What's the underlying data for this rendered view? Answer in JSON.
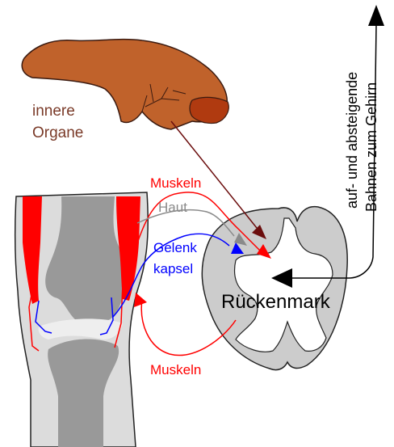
{
  "labels": {
    "organs": "innere",
    "organs_line2": "Organe",
    "muscles_top": "Muskeln",
    "skin": "Haut",
    "joint_capsule": "Gelenk",
    "joint_capsule_line2": "kapsel",
    "spinal_cord": "Rückenmark",
    "muscles_bottom": "Muskeln",
    "pathways_line1": "auf- und absteigende",
    "pathways_line2": "Bahnen zum Gehirn"
  },
  "colors": {
    "organ": "#c0622b",
    "organ_dark": "#b03a10",
    "organ_text": "#7a3a28",
    "organ_arrow": "#6b0d0d",
    "muscle": "#ff0000",
    "skin": "#8a8a8a",
    "joint": "#0000ff",
    "bone_dark": "#999999",
    "tissue_light": "#d8d8d8",
    "black": "#000000"
  }
}
